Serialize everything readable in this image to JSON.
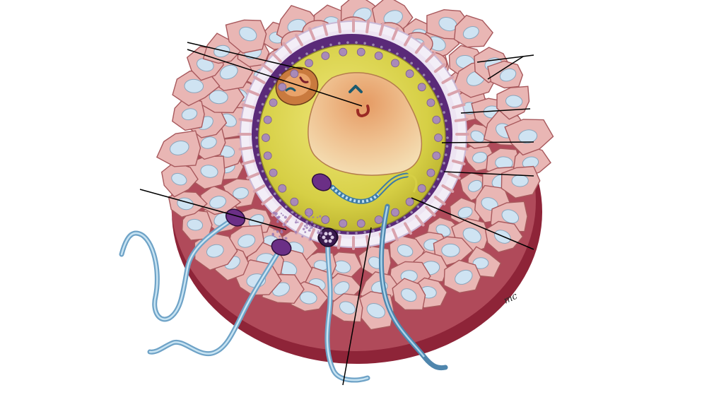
{
  "figure": {
    "subject": "fertilization-of-oocyte-illustration",
    "artist_signature": "mc"
  },
  "labels": [
    {
      "id": "polar-body",
      "text": ""
    },
    {
      "id": "pronucleus",
      "text": ""
    },
    {
      "id": "corona-radiata",
      "text": ""
    },
    {
      "id": "perivitelline-space",
      "text": ""
    },
    {
      "id": "cortical-granule",
      "text": ""
    },
    {
      "id": "zona-pellucida",
      "text": ""
    },
    {
      "id": "plasma-membrane",
      "text": ""
    },
    {
      "id": "acrosome-reaction-sperm",
      "text": ""
    },
    {
      "id": "fertilizing-sperm-tail",
      "text": ""
    }
  ],
  "colors": {
    "follicle_cell_fill": "#e9b6b4",
    "follicle_cell_stroke": "#a8595d",
    "follicle_nucleus": "#cfe3f2",
    "follicle_shadow": "#8e2438",
    "zona": "#f3eef7",
    "perivitelline": "#5a2a78",
    "cytoplasm": "#d6cf45",
    "pronucleus": "#e9b07f",
    "granule": "#a98ab8",
    "sperm_head": "#6b2f86",
    "sperm_tail": "#6fa3c7",
    "leader_line": "#000000"
  }
}
